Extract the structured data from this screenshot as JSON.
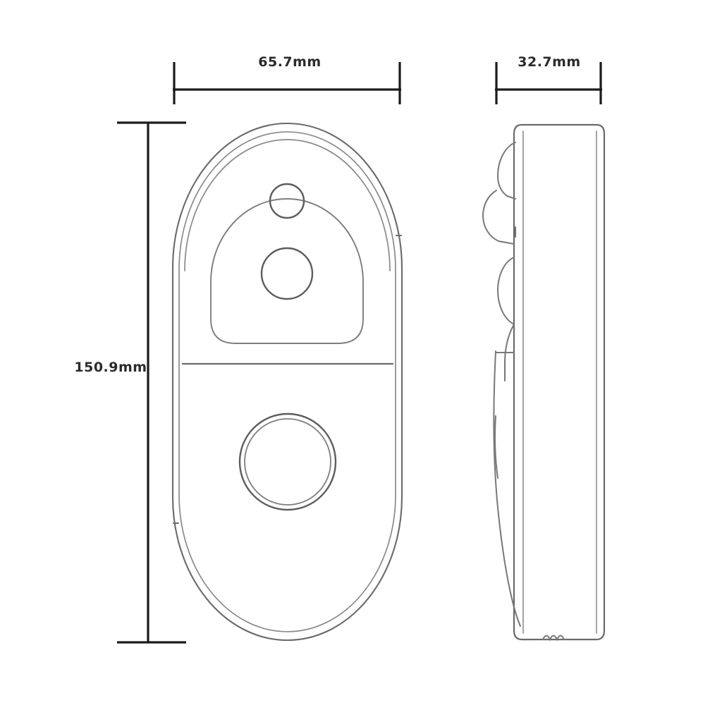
{
  "document": {
    "type": "engineering-dimension-drawing",
    "subject": "smart video doorbell",
    "background_color": "#ffffff",
    "line_color": "#6a6a6a",
    "dimension_color": "#1b1b1b",
    "text_color": "#2b2b2b"
  },
  "dimensions": {
    "width": {
      "label": "65.7mm",
      "orientation": "horizontal",
      "view": "front"
    },
    "depth": {
      "label": "32.7mm",
      "orientation": "horizontal",
      "view": "side"
    },
    "height": {
      "label": "150.9mm",
      "orientation": "vertical",
      "view": "front"
    }
  },
  "views": [
    {
      "name": "front-view",
      "features": [
        {
          "name": "outer-shell-outline",
          "shape": "rounded-capsule"
        },
        {
          "name": "inner-shell-outline",
          "shape": "rounded-capsule"
        },
        {
          "name": "camera-panel",
          "shape": "dome-panel"
        },
        {
          "name": "sensor-hole",
          "shape": "circle"
        },
        {
          "name": "camera-lens",
          "shape": "circle"
        },
        {
          "name": "doorbell-button",
          "shape": "double-circle"
        },
        {
          "name": "section-divider",
          "shape": "line"
        }
      ]
    },
    {
      "name": "side-view",
      "features": [
        {
          "name": "side-body-outline",
          "shape": "rounded-rectangle"
        },
        {
          "name": "camera-dome-bulge",
          "shape": "arc"
        },
        {
          "name": "button-bulge",
          "shape": "arc"
        },
        {
          "name": "speaker-grille-notches",
          "shape": "wave"
        }
      ]
    }
  ]
}
